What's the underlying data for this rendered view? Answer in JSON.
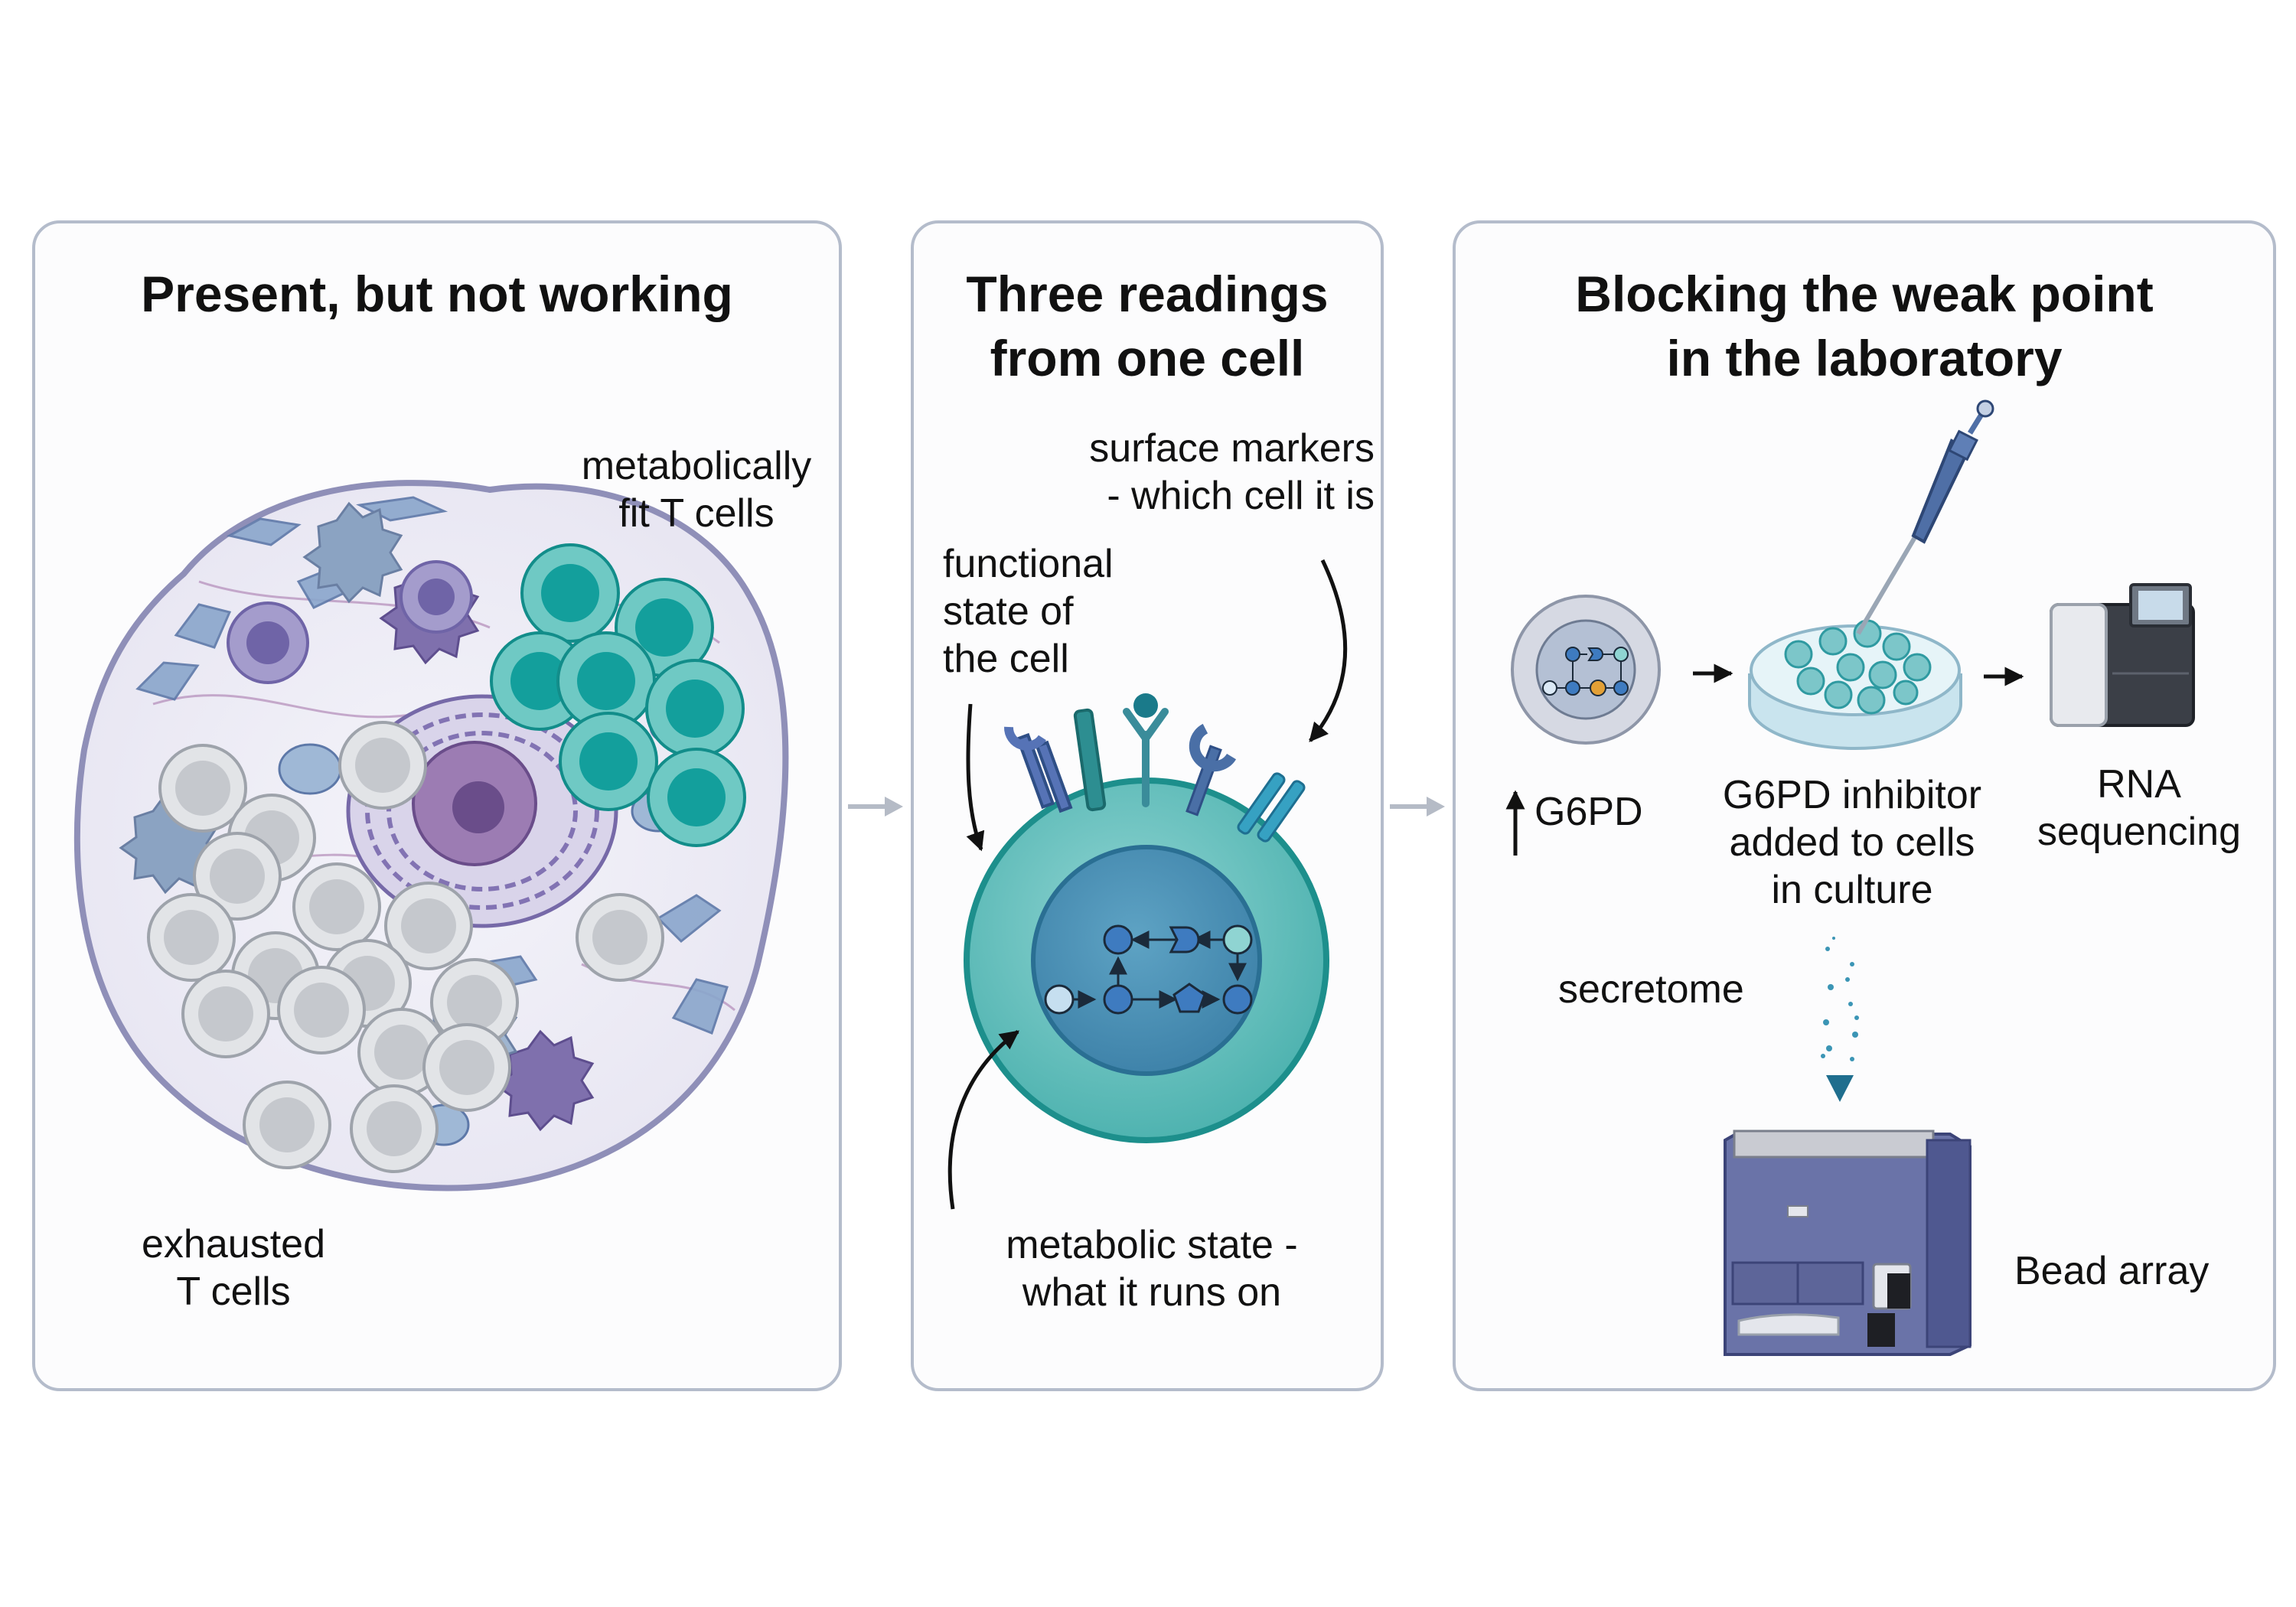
{
  "panels": [
    {
      "title": "Present, but not working",
      "labels": {
        "fit_cells": "metabolically\nfit T cells",
        "exhausted_cells": "exhausted\nT cells"
      }
    },
    {
      "title": "Three readings\nfrom one cell",
      "labels": {
        "surface_markers": "surface markers\n- which cell it is",
        "functional_state": "functional\nstate of\nthe cell",
        "metabolic_state": "metabolic state -\nwhat it runs on"
      }
    },
    {
      "title": "Blocking the weak point\nin the laboratory",
      "labels": {
        "g6pd": "G6PD",
        "inhibitor": "G6PD inhibitor\nadded to cells\nin culture",
        "rna_seq": "RNA\nsequencing",
        "secretome": "secretome",
        "bead_array": "Bead array"
      }
    }
  ],
  "colors": {
    "panel_border": "#b4bccb",
    "connector_arrow": "#b5bbc6",
    "fit_t_cell": "#1aa5a2",
    "exhausted_t_cell": "#d8dadd",
    "cell_teal": "#6fc4c1",
    "nucleus_blue": "#4d8fb4",
    "marker_blue": "#4e74a8",
    "enzyme_orange": "#e3a036",
    "instrument_purple": "#5d6599"
  },
  "icons": [
    "tissue-section",
    "t-cell",
    "receptor",
    "metabolic-pathway",
    "petri-dish",
    "pipette",
    "rna-sequencer",
    "bead-array-analyzer"
  ]
}
